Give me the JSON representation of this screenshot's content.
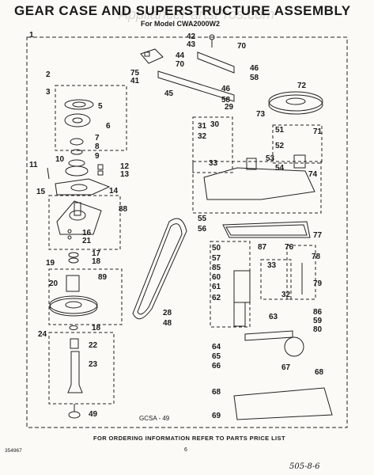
{
  "title": "GEAR CASE AND SUPERSTRUCTURE ASSEMBLY",
  "subtitle": "For Model CWA2000W2",
  "watermark": "AppliancePartsPros.com",
  "footer": "FOR ORDERING INFORMATION REFER TO PARTS PRICE LIST",
  "doc_number": "354967",
  "page_number": "6",
  "handwritten_note": "505-8-6",
  "diagram_code": "GCSA - 49",
  "callouts": [
    {
      "id": "c1",
      "text": "1"
    },
    {
      "id": "c2",
      "text": "2"
    },
    {
      "id": "c3",
      "text": "3"
    },
    {
      "id": "c5",
      "text": "5"
    },
    {
      "id": "c6",
      "text": "6"
    },
    {
      "id": "c7",
      "text": "7"
    },
    {
      "id": "c8",
      "text": "8"
    },
    {
      "id": "c9",
      "text": "9"
    },
    {
      "id": "c10",
      "text": "10"
    },
    {
      "id": "c11",
      "text": "11"
    },
    {
      "id": "c12",
      "text": "12"
    },
    {
      "id": "c13",
      "text": "13"
    },
    {
      "id": "c14",
      "text": "14"
    },
    {
      "id": "c15",
      "text": "15"
    },
    {
      "id": "c88",
      "text": "88"
    },
    {
      "id": "c16",
      "text": "16"
    },
    {
      "id": "c21",
      "text": "21"
    },
    {
      "id": "c17",
      "text": "17"
    },
    {
      "id": "c18a",
      "text": "18"
    },
    {
      "id": "c19",
      "text": "19"
    },
    {
      "id": "c20",
      "text": "20"
    },
    {
      "id": "c89",
      "text": "89"
    },
    {
      "id": "c18b",
      "text": "18"
    },
    {
      "id": "c24",
      "text": "24"
    },
    {
      "id": "c22",
      "text": "22"
    },
    {
      "id": "c23",
      "text": "23"
    },
    {
      "id": "c49",
      "text": "49"
    },
    {
      "id": "c28",
      "text": "28"
    },
    {
      "id": "c48",
      "text": "48"
    },
    {
      "id": "c42",
      "text": "42"
    },
    {
      "id": "c43",
      "text": "43"
    },
    {
      "id": "c70a",
      "text": "70"
    },
    {
      "id": "c44",
      "text": "44"
    },
    {
      "id": "c70b",
      "text": "70"
    },
    {
      "id": "c46a",
      "text": "46"
    },
    {
      "id": "c58a",
      "text": "58"
    },
    {
      "id": "c75",
      "text": "75"
    },
    {
      "id": "c41",
      "text": "41"
    },
    {
      "id": "c45",
      "text": "45"
    },
    {
      "id": "c46b",
      "text": "46"
    },
    {
      "id": "c58b",
      "text": "58"
    },
    {
      "id": "c72",
      "text": "72"
    },
    {
      "id": "c73",
      "text": "73"
    },
    {
      "id": "c29",
      "text": "29"
    },
    {
      "id": "c31",
      "text": "31"
    },
    {
      "id": "c30",
      "text": "30"
    },
    {
      "id": "c32a",
      "text": "32"
    },
    {
      "id": "c33a",
      "text": "33"
    },
    {
      "id": "c51",
      "text": "51"
    },
    {
      "id": "c71",
      "text": "71"
    },
    {
      "id": "c52",
      "text": "52"
    },
    {
      "id": "c53",
      "text": "53"
    },
    {
      "id": "c54",
      "text": "54"
    },
    {
      "id": "c74",
      "text": "74"
    },
    {
      "id": "c55",
      "text": "55"
    },
    {
      "id": "c56",
      "text": "56"
    },
    {
      "id": "c77",
      "text": "77"
    },
    {
      "id": "c50",
      "text": "50"
    },
    {
      "id": "c87",
      "text": "87"
    },
    {
      "id": "c76",
      "text": "76"
    },
    {
      "id": "c78",
      "text": "78"
    },
    {
      "id": "c57",
      "text": "57"
    },
    {
      "id": "c85",
      "text": "85"
    },
    {
      "id": "c33b",
      "text": "33"
    },
    {
      "id": "c60",
      "text": "60"
    },
    {
      "id": "c61",
      "text": "61"
    },
    {
      "id": "c79",
      "text": "79"
    },
    {
      "id": "c62",
      "text": "62"
    },
    {
      "id": "c32b",
      "text": "32"
    },
    {
      "id": "c86",
      "text": "86"
    },
    {
      "id": "c59",
      "text": "59"
    },
    {
      "id": "c80",
      "text": "80"
    },
    {
      "id": "c63",
      "text": "63"
    },
    {
      "id": "c64",
      "text": "64"
    },
    {
      "id": "c65",
      "text": "65"
    },
    {
      "id": "c66",
      "text": "66"
    },
    {
      "id": "c67",
      "text": "67"
    },
    {
      "id": "c68a",
      "text": "68"
    },
    {
      "id": "c68b",
      "text": "68"
    },
    {
      "id": "c69",
      "text": "69"
    }
  ]
}
